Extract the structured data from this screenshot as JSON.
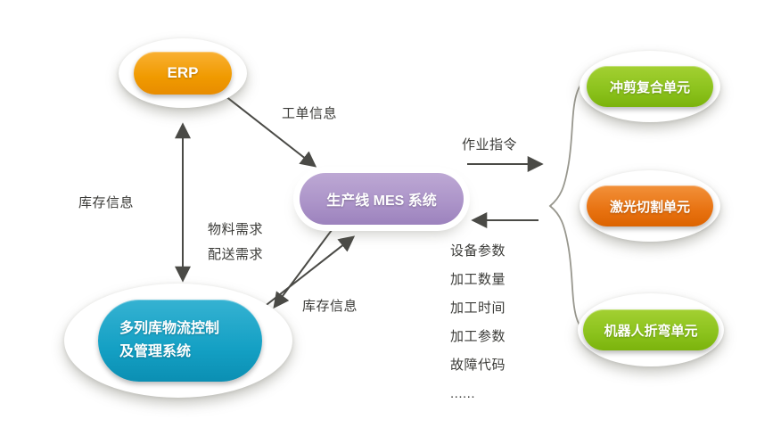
{
  "colors": {
    "background": "#ffffff",
    "erp_orange": "#f09a00",
    "mes_purple": "#ab93c8",
    "warehouse_cyan": "#14a0c4",
    "unit_green": "#8bc21c",
    "unit_orange": "#e87211",
    "arrow": "#4a4a46",
    "label_text": "#3b3b38"
  },
  "nodes": {
    "erp": {
      "label": "ERP"
    },
    "mes": {
      "label": "生产线 MES 系统"
    },
    "warehouse": {
      "line1": "多列库物流控制",
      "line2": "及管理系统"
    },
    "unit_punch_shear": {
      "label": "冲剪复合单元"
    },
    "unit_laser_cut": {
      "label": "激光切割单元"
    },
    "unit_robot_bend": {
      "label": "机器人折弯单元"
    }
  },
  "edges": {
    "work_order_info": "工单信息",
    "inventory_info_left": "库存信息",
    "material_demand": "物料需求",
    "delivery_demand": "配送需求",
    "inventory_info_diagonal": "库存信息",
    "job_instruction": "作业指令",
    "feedback_items": [
      "设备参数",
      "加工数量",
      "加工时间",
      "加工参数",
      "故障代码",
      "......"
    ]
  }
}
